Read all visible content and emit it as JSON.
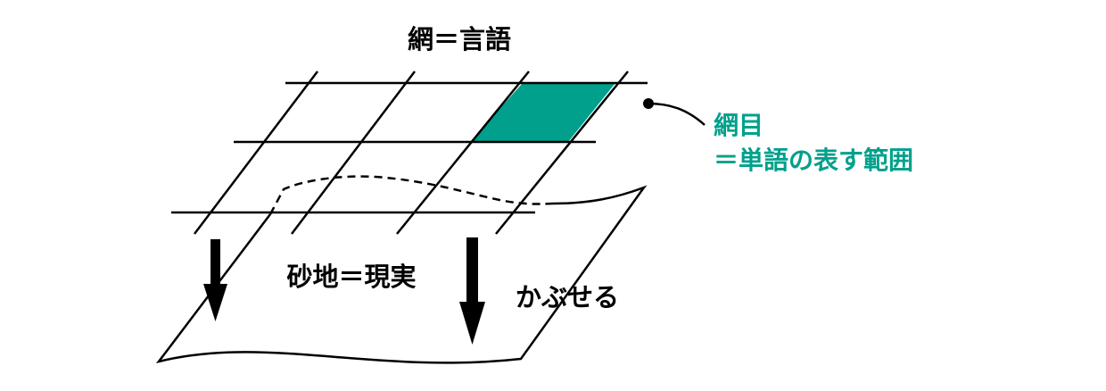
{
  "labels": {
    "net": "網＝言語",
    "ground": "砂地＝現実",
    "cover": "かぶせる",
    "mesh_line1": "網目",
    "mesh_line2": "＝単語の表す範囲"
  },
  "colors": {
    "accent": "#00A08C",
    "line": "#000000",
    "background": "#FFFFFF"
  }
}
